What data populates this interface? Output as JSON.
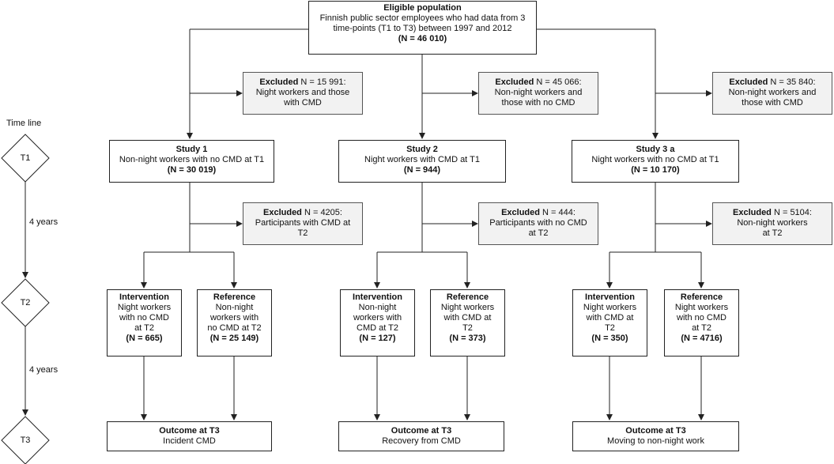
{
  "eligible": {
    "title": "Eligible population",
    "line1": "Finnish public sector employees who had data from 3",
    "line2": "time-points (T1 to T3) between 1997 and 2012",
    "n": "(N = 46 010)"
  },
  "timeline": {
    "label": "Time line",
    "t1": "T1",
    "t2": "T2",
    "t3": "T3",
    "gap1": "4 years",
    "gap2": "4 years"
  },
  "excl1": {
    "head": "Excluded",
    "n": " N = 15 991:",
    "line1": "Night workers and those",
    "line2": "with CMD"
  },
  "excl2": {
    "head": "Excluded",
    "n": " N = 45 066:",
    "line1": "Non-night workers and",
    "line2": "those with no CMD"
  },
  "excl3": {
    "head": "Excluded",
    "n": " N = 35 840:",
    "line1": "Non-night workers and",
    "line2": "those with CMD"
  },
  "study1": {
    "title": "Study 1",
    "desc": "Non-night workers with no CMD at T1",
    "n": "(N = 30 019)"
  },
  "study2": {
    "title": "Study 2",
    "desc": "Night workers with CMD at T1",
    "n": "(N = 944)"
  },
  "study3": {
    "title": "Study 3 a",
    "desc": "Night workers with no CMD at T1",
    "n": "(N = 10 170)"
  },
  "excl4": {
    "head": "Excluded",
    "n": " N = 4205:",
    "line1": "Participants with CMD at",
    "line2": "T2"
  },
  "excl5": {
    "head": "Excluded",
    "n": " N = 444:",
    "line1": "Participants with no CMD",
    "line2": "at T2"
  },
  "excl6": {
    "head": "Excluded",
    "n": " N = 5104:",
    "line1": "Non-night workers",
    "line2": "at T2"
  },
  "s1_int": {
    "title": "Intervention",
    "l1": "Night workers",
    "l2": "with no CMD",
    "l3": "at T2",
    "n": "(N = 665)"
  },
  "s1_ref": {
    "title": "Reference",
    "l1": "Non-night",
    "l2": "workers with",
    "l3": "no CMD at T2",
    "n": "(N = 25 149)"
  },
  "s2_int": {
    "title": "Intervention",
    "l1": "Non-night",
    "l2": "workers with",
    "l3": "CMD at T2",
    "n": "(N = 127)"
  },
  "s2_ref": {
    "title": "Reference",
    "l1": "Night workers",
    "l2": "with CMD at",
    "l3": "T2",
    "n": "(N = 373)"
  },
  "s3_int": {
    "title": "Intervention",
    "l1": "Night workers",
    "l2": "with CMD at",
    "l3": "T2",
    "n": "(N = 350)"
  },
  "s3_ref": {
    "title": "Reference",
    "l1": "Night workers",
    "l2": "with no CMD",
    "l3": "at T2",
    "n": "(N = 4716)"
  },
  "out1": {
    "title": "Outcome at T3",
    "desc": "Incident CMD"
  },
  "out2": {
    "title": "Outcome at T3",
    "desc": "Recovery from CMD"
  },
  "out3": {
    "title": "Outcome at T3",
    "desc": "Moving to non-night work"
  }
}
